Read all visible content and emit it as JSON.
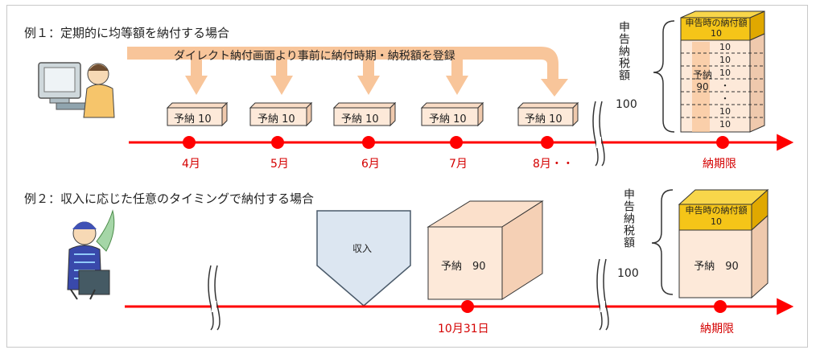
{
  "example1": {
    "title": "例１：定期的に均等額を納付する場合",
    "banner": "ダイレクト納付画面より事前に納付時期・納税額を登録",
    "boxes": [
      "予納 10",
      "予納 10",
      "予納 10",
      "予納 10",
      "予納 10"
    ],
    "months": [
      "4月",
      "5月",
      "6月",
      "7月",
      "8月・・"
    ],
    "deadline": "納期限",
    "side_label": "申告納税額",
    "amount": "100",
    "stack_header": "申告時の納付額",
    "stack_header_value": "10",
    "stack_rows": [
      "10",
      "10",
      "10",
      "・",
      "・",
      "10",
      "10"
    ],
    "stack_overlay": "予納90"
  },
  "example2": {
    "title": "例２：収入に応じた任意のタイミングで納付する場合",
    "income_label": "収入",
    "cube_label": "予納　90",
    "date_label": "10月31日",
    "deadline": "納期限",
    "side_label": "申告納税額",
    "amount": "100",
    "stack_header": "申告時の納付額",
    "stack_header_value": "10",
    "stack_body": "予納　90"
  },
  "colors": {
    "timeline": "#ff0000",
    "arrow": "#f8c59a",
    "box_face": "#fde9d9",
    "gold": "#f5c518",
    "shield": "#dce6f1"
  }
}
